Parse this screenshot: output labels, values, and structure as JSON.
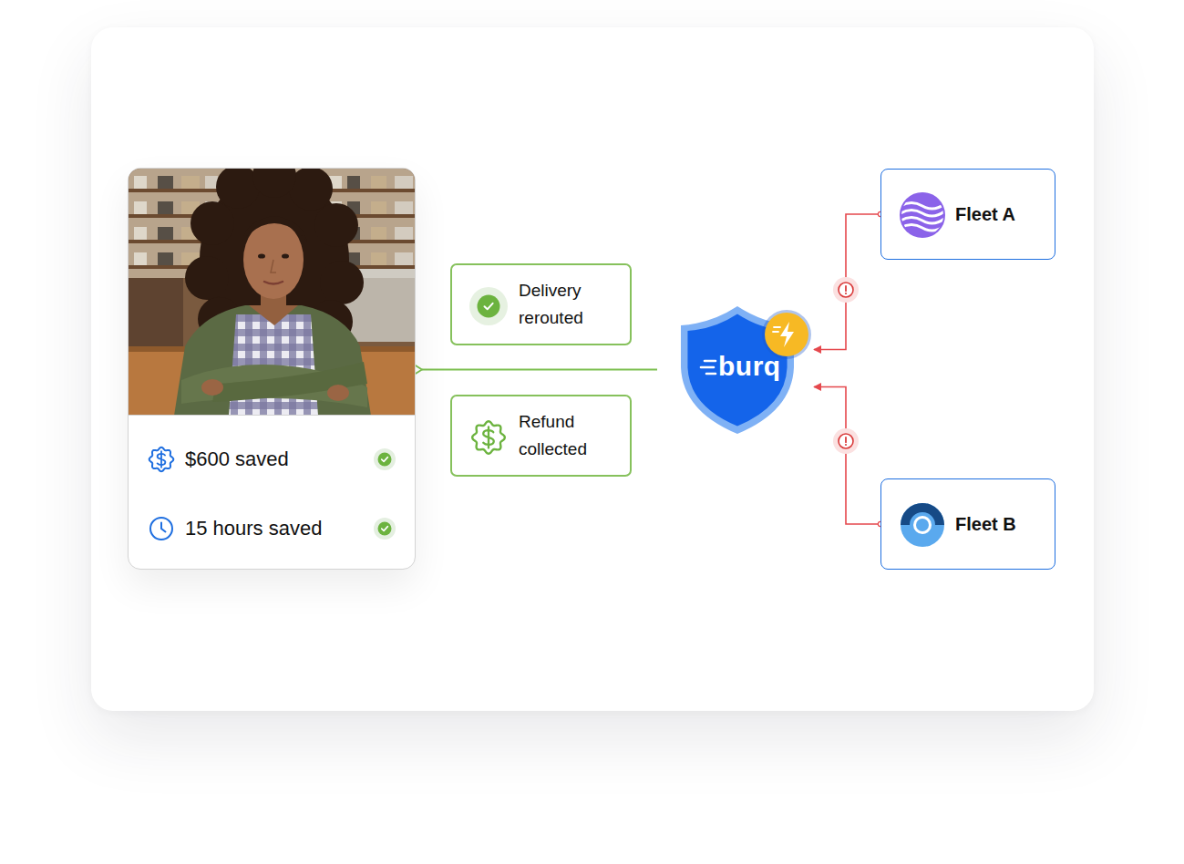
{
  "diagram": {
    "nodes": [
      {
        "text": [
          "$600 saved",
          "15 hours saved"
        ]
      },
      {
        "text": [
          "Delivery rerouted"
        ]
      },
      {
        "text": [
          "Refund collected"
        ]
      },
      {
        "text": [
          "burq"
        ]
      },
      {
        "text": [
          "Fleet A"
        ]
      },
      {
        "text": [
          "Fleet B"
        ]
      }
    ],
    "edges": [
      {
        "from": 3,
        "to": 0,
        "arrow": "to"
      },
      {
        "from": 4,
        "to": 3,
        "arrow": "to"
      },
      {
        "from": 5,
        "to": 3,
        "arrow": "to"
      }
    ]
  }
}
